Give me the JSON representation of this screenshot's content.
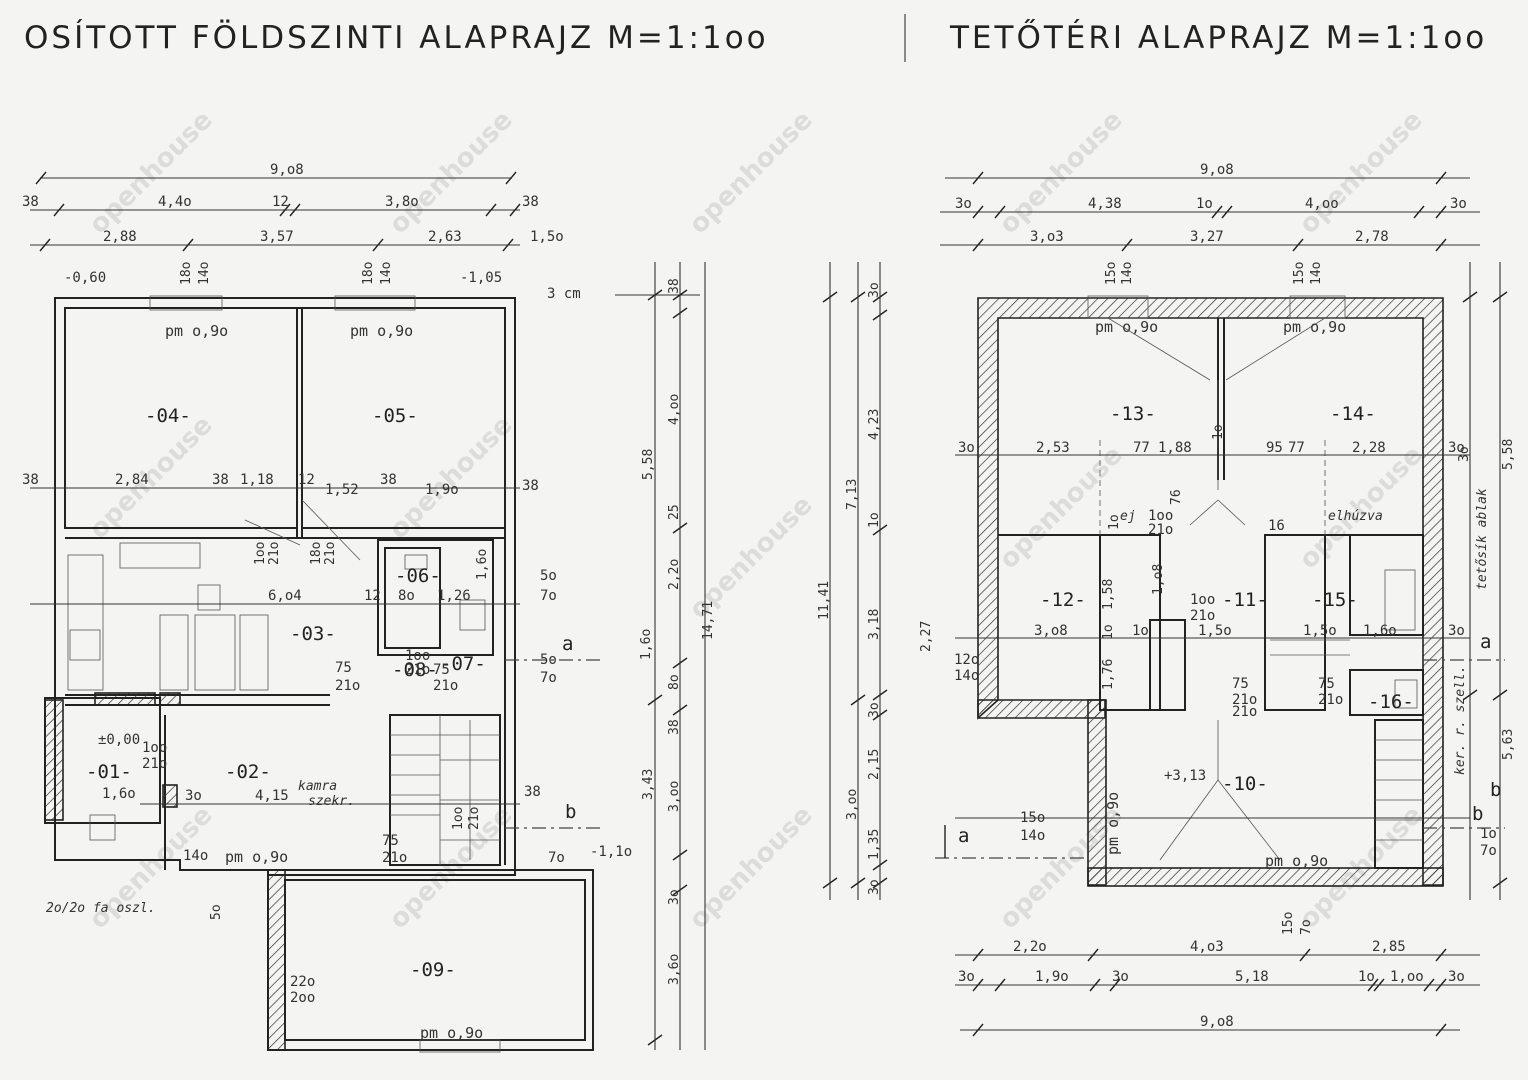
{
  "titles": {
    "ground": "OSÍTOTT  FÖLDSZINTI  ALAPRAJZ   M=1:1oo",
    "attic": "TETŐTÉRI  ALAPRAJZ   M=1:1oo"
  },
  "watermark": "openhouse",
  "ground": {
    "dims_top": {
      "total": "9,o8",
      "row2": [
        "38",
        "4,4o",
        "12",
        "3,8o",
        "38"
      ],
      "row3": [
        "2,88",
        "3,57",
        "2,63",
        "1,5o"
      ]
    },
    "levels": [
      "-0,60",
      "-1,05",
      "3 cm"
    ],
    "window_marks": [
      "18o",
      "14o",
      "18o",
      "14o"
    ],
    "rooms": [
      "-04-",
      "-05-",
      "-03-",
      "-06-",
      "-08-",
      "-07-",
      "-01-",
      "-02-",
      "-09-"
    ],
    "pm_labels": [
      "pm o,9o",
      "pm o,9o",
      "pm o,9o",
      "pm o,9o"
    ],
    "inner_dims": [
      "38",
      "2,84",
      "38",
      "1,18",
      "12",
      "1,52",
      "38",
      "1,9o",
      "38",
      "6,o4",
      "12",
      "8o",
      "1,26",
      "4,15",
      "3o",
      "38"
    ],
    "door_marks": [
      "1oo",
      "21o",
      "18o",
      "21o",
      "75",
      "21o",
      "1oo",
      "21o",
      "75",
      "21o",
      "1oo",
      "21o",
      "75",
      "21o",
      "1oo",
      "21o",
      "1,6o",
      "14o",
      "5o",
      "7o",
      "5o",
      "7o",
      "7o",
      "-1,1o",
      "22o",
      "2oo",
      "5o"
    ],
    "notes": [
      "kamra",
      "szekr.",
      "±0,00",
      "2o/2o fa oszl.",
      "1,6o"
    ],
    "right_dims_a": [
      "38",
      "4,oo",
      "25",
      "2,2o",
      "1,6o",
      "8o",
      "38",
      "3,oo",
      "3o",
      "3,6o"
    ],
    "right_dims_b": [
      "5,58",
      "3,43",
      "14,71"
    ],
    "section_marks": [
      "a",
      "b"
    ]
  },
  "attic": {
    "dims_top": {
      "total": "9,o8",
      "row2": [
        "3o",
        "4,38",
        "1o",
        "4,oo",
        "3o"
      ],
      "row3": [
        "3,o3",
        "3,27",
        "2,78"
      ]
    },
    "window_marks": [
      "15o",
      "14o",
      "15o",
      "14o"
    ],
    "rooms": [
      "-13-",
      "-14-",
      "-12-",
      "-11-",
      "-15-",
      "-16-",
      "-10-"
    ],
    "pm_labels": [
      "pm o,9o",
      "pm o,9o",
      "pm o,9o",
      "pm o,9o"
    ],
    "inner_dims": [
      "3o",
      "2,53",
      "77",
      "1,88",
      "95",
      "77",
      "2,28",
      "3o",
      "3,o8",
      "1o",
      "1,5o",
      "1,5o",
      "1,6o",
      "3o",
      "15o",
      "14o",
      "1o",
      "1,58",
      "1,o8",
      "1,76",
      "1o"
    ],
    "door_marks": [
      "1oo",
      "21o",
      "1oo",
      "21o",
      "75",
      "21o",
      "75",
      "21o",
      "12o",
      "14o",
      "16",
      "21o",
      "76",
      "15o",
      "7o",
      "+3,13"
    ],
    "notes": [
      "elhúzva",
      "tetősík ablak",
      "ker. r. szell.",
      "ej",
      "1o",
      "2,27"
    ],
    "left_dims": [
      "3o",
      "4,23",
      "1o",
      "3,18",
      "3o",
      "2,15",
      "3,oo",
      "1,35",
      "3o",
      "7,13",
      "11,41"
    ],
    "right_dims": [
      "5,58",
      "3o",
      "5,63",
      "7o",
      "1o"
    ],
    "dims_bottom": {
      "row1": [
        "2,2o",
        "4,o3",
        "2,85"
      ],
      "row2": [
        "3o",
        "1,9o",
        "3o",
        "5,18",
        "1o",
        "1,oo",
        "3o"
      ],
      "total": "9,o8"
    },
    "section_marks": [
      "a",
      "a",
      "b",
      "b"
    ]
  }
}
